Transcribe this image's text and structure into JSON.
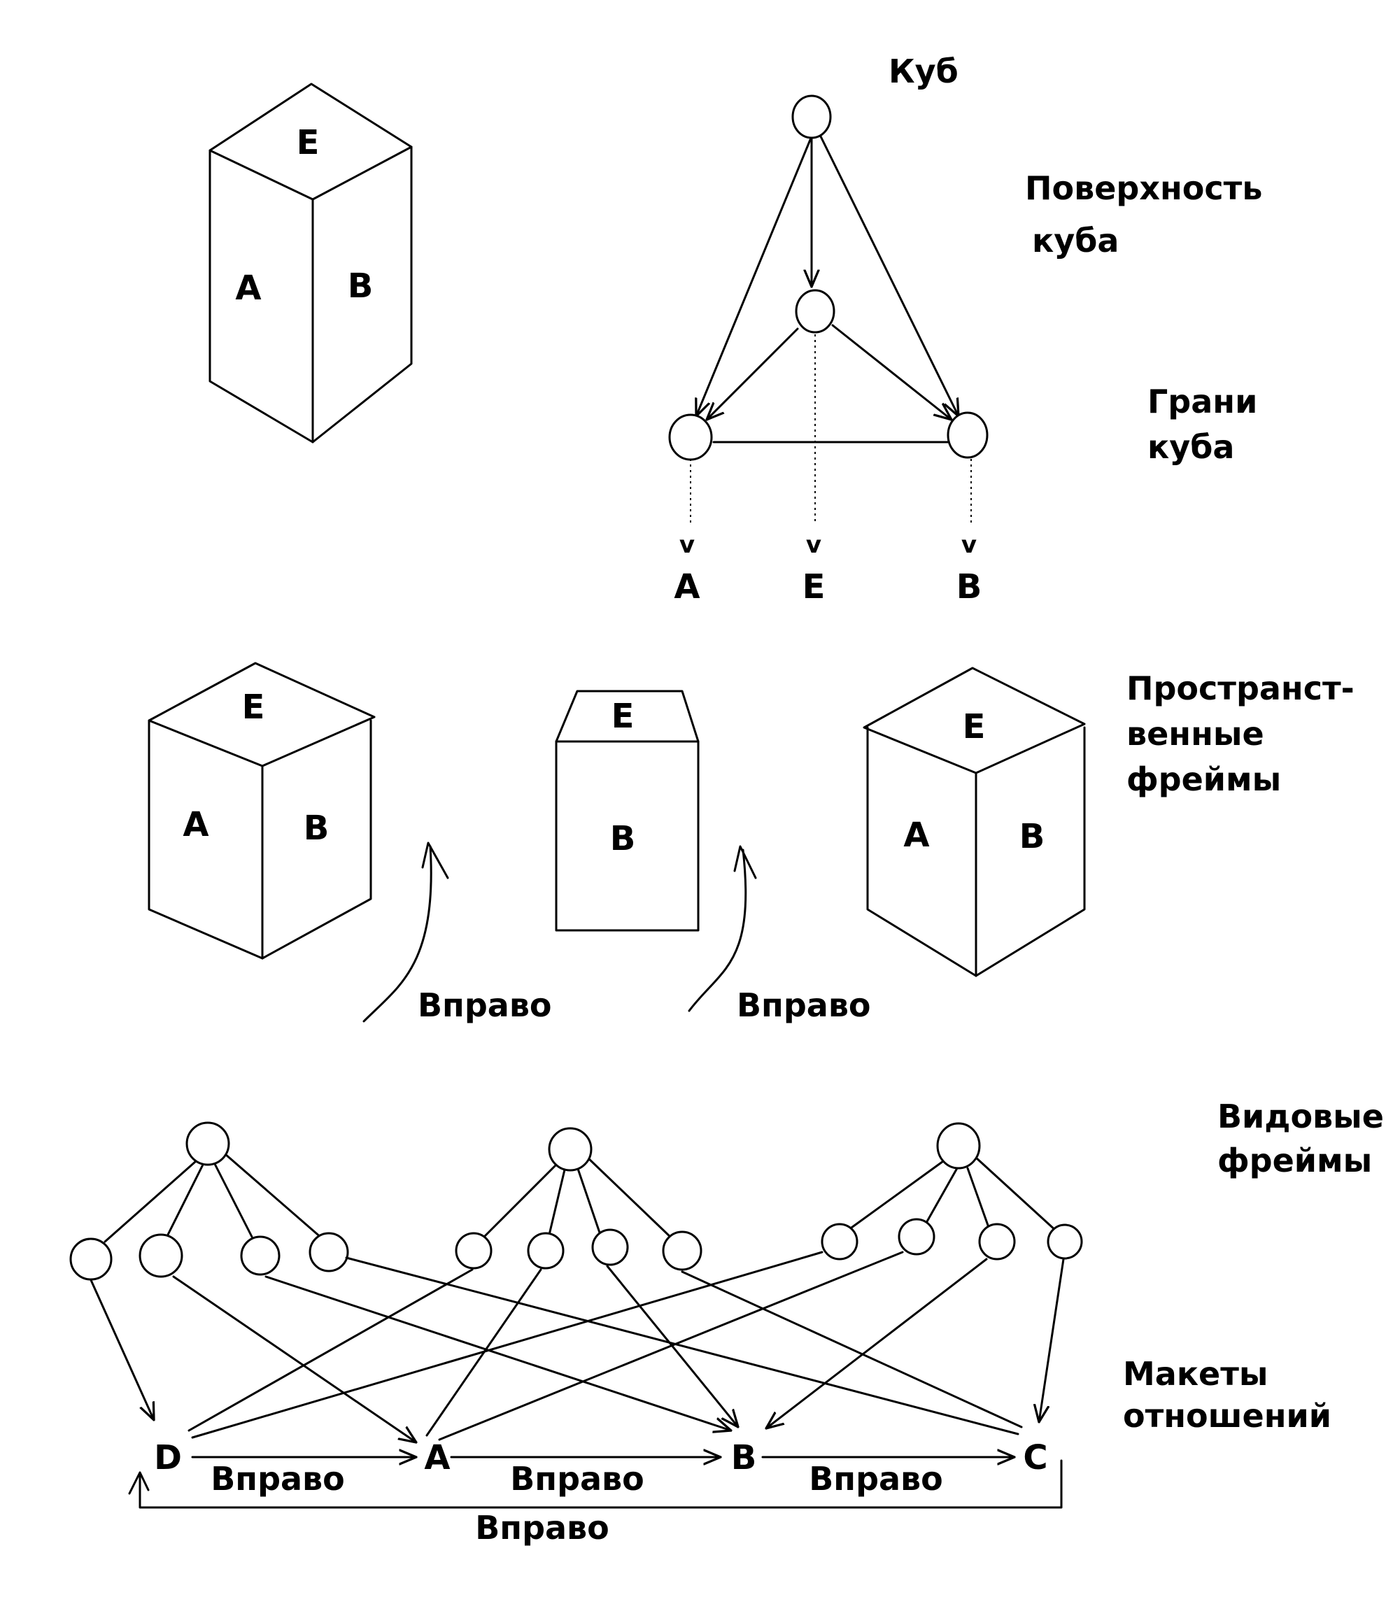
{
  "top_cube": {
    "faces": {
      "top": "E",
      "left": "A",
      "right": "B"
    }
  },
  "cube_graph": {
    "title": "Куб",
    "surface_label": [
      "Поверхность",
      "куба"
    ],
    "faces_label": [
      "Грани",
      "куба"
    ],
    "leaf_markers": [
      "v",
      "v",
      "v"
    ],
    "leaf_labels": [
      "A",
      "E",
      "B"
    ]
  },
  "spatial_frames": {
    "label": [
      "Пространст-",
      "венные",
      "фреймы"
    ],
    "view1": {
      "top": "E",
      "left": "A",
      "right": "B"
    },
    "view2": {
      "top": "E",
      "front": "B"
    },
    "view3": {
      "top": "E",
      "left": "A",
      "right": "B"
    },
    "arrow_labels": [
      "Вправо",
      "Вправо"
    ]
  },
  "view_frames": {
    "label": [
      "Видовые",
      "фреймы"
    ],
    "relations_label": [
      "Макеты",
      "отношений"
    ],
    "nodes": [
      "D",
      "A",
      "B",
      "C"
    ],
    "edge_labels": [
      "Вправо",
      "Вправо",
      "Вправо"
    ],
    "loop_label": "Вправо"
  }
}
